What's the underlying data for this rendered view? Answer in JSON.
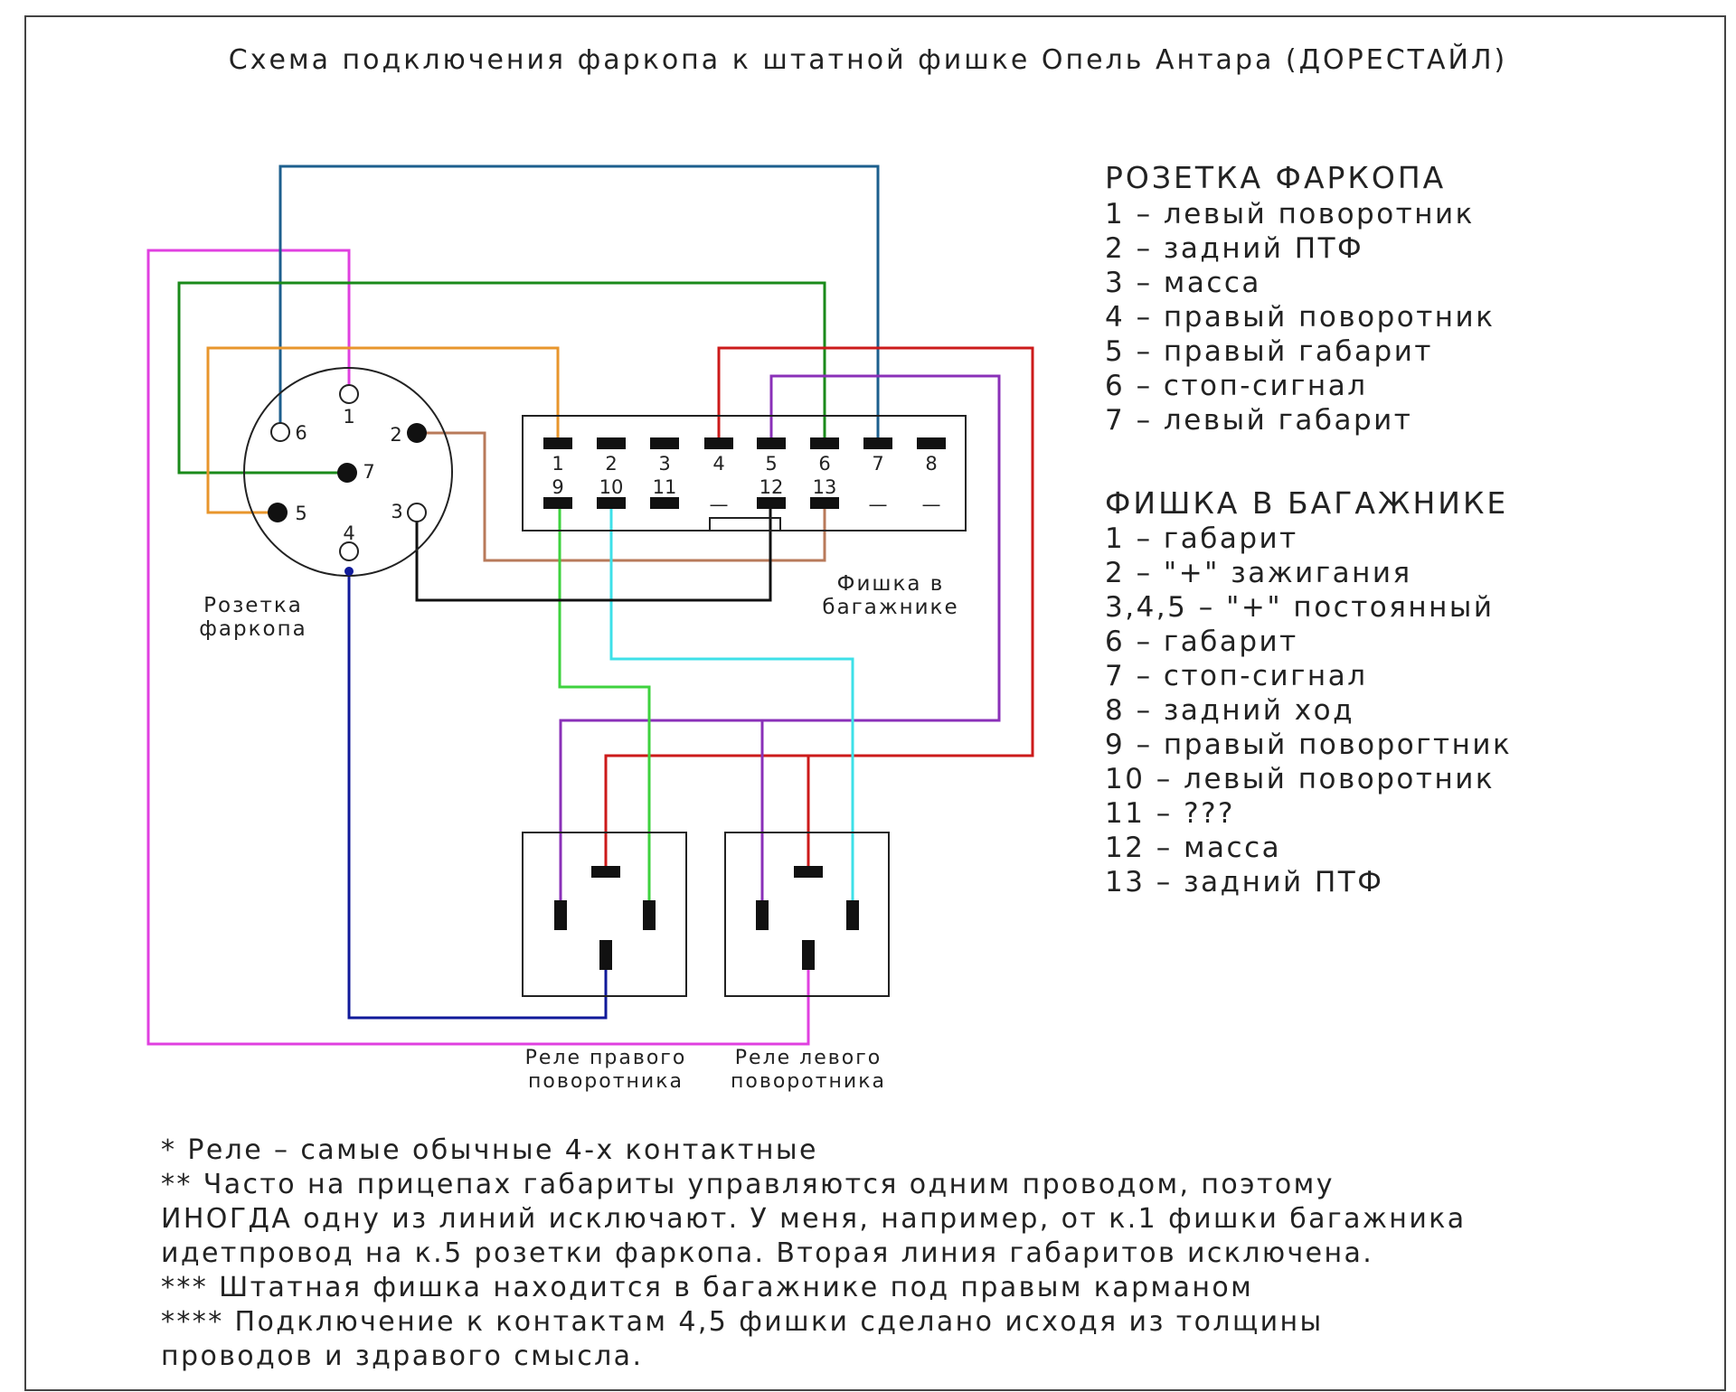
{
  "title": "Схема подключения фаркопа к штатной фишке Опель Антара (ДОРЕСТАЙЛ)",
  "colors": {
    "magenta": "#e040e0",
    "blue": "#1d5f8e",
    "green": "#1a8a1a",
    "orange": "#e8962c",
    "brown": "#b87a5a",
    "red": "#cc1a1a",
    "purple": "#8a30b8",
    "lime": "#3ed23e",
    "cyan": "#3ee0e8",
    "black": "#111111",
    "navy": "#101a9a"
  },
  "socket": {
    "label_line1": "Розетка",
    "label_line2": "фаркопа",
    "pins": [
      "1",
      "2",
      "3",
      "4",
      "5",
      "6",
      "7"
    ]
  },
  "connector": {
    "label_line1": "Фишка в",
    "label_line2": "багажнике",
    "top_row": [
      "1",
      "2",
      "3",
      "4",
      "5",
      "6",
      "7",
      "8"
    ],
    "bottom_row": [
      "9",
      "10",
      "11",
      "—",
      "12",
      "13",
      "—",
      "—"
    ]
  },
  "relays": {
    "right": {
      "line1": "Реле правого",
      "line2": "поворотника"
    },
    "left": {
      "line1": "Реле левого",
      "line2": "поворотника"
    }
  },
  "legend_socket": {
    "heading": "РОЗЕТКА ФАРКОПА",
    "items": [
      "1 – левый поворотник",
      "2 – задний ПТФ",
      "3 – масса",
      "4 – правый поворотник",
      "5 – правый габарит",
      "6 – стоп-сигнал",
      "7 – левый габарит"
    ]
  },
  "legend_connector": {
    "heading": "ФИШКА В БАГАЖНИКЕ",
    "items": [
      "1 – габарит",
      "2 – \"+\" зажигания",
      "3,4,5 – \"+\" постоянный",
      "6 – габарит",
      "7 – стоп-сигнал",
      "8 – задний ход",
      "9 – правый поворогтник",
      "10 – левый поворотник",
      "11 – ???",
      "12 – масса",
      "13 – задний ПТФ"
    ]
  },
  "notes": [
    "* Реле – самые обычные 4-х контактные",
    "** Часто на прицепах габариты управляются одним проводом, поэтому",
    "ИНОГДА одну из линий исключают. У меня, например, от к.1 фишки багажника",
    "идетпровод на к.5 розетки фаркопа. Вторая линия габаритов исключена.",
    "*** Штатная фишка находится в багажнике под правым карманом",
    "**** Подключение к контактам 4,5 фишки сделано исходя из толщины",
    "проводов и здравого смысла."
  ]
}
